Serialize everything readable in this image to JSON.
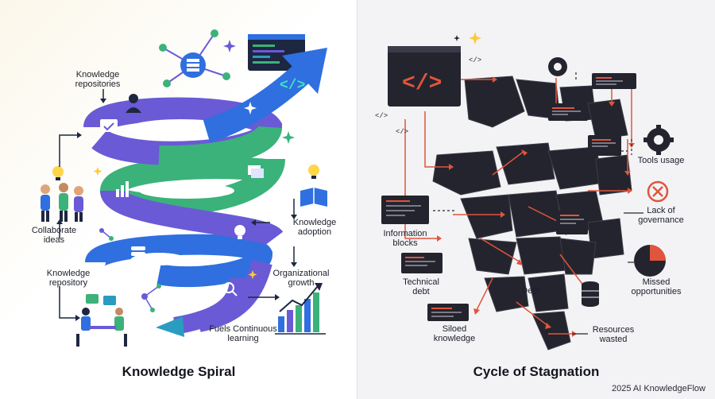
{
  "spiral": {
    "title": "Knowledge Spiral",
    "labels": {
      "repositories": "Knowledge repositories",
      "collaborate": "Collaborate ideas",
      "repository": "Knowledge repository",
      "adoption": "Knowledge adoption",
      "growth": "Organizational growth",
      "fuels": "Fuels Continuous learning"
    },
    "code_symbol": "</>",
    "colors": {
      "purple": "#6a5ad6",
      "blue": "#2f6fe0",
      "green": "#3bb27a",
      "teal": "#2a9cc0"
    }
  },
  "stagnation": {
    "title": "Cycle of Stagnation",
    "labels": {
      "tools": "Tools usage",
      "governance": "Lack of governance",
      "info_blocks": "Information blocks",
      "technical_debt": "Technical debt",
      "debt": "Debt",
      "missed": "Missed opportunities",
      "siloed": "Siloed knowledge",
      "resources": "Resources wasted"
    },
    "code_symbol": "</>",
    "colors": {
      "shard": "#24242e",
      "arrow": "#e0553b"
    }
  },
  "footer": {
    "credit": "2025 AI KnowledgeFlow"
  }
}
